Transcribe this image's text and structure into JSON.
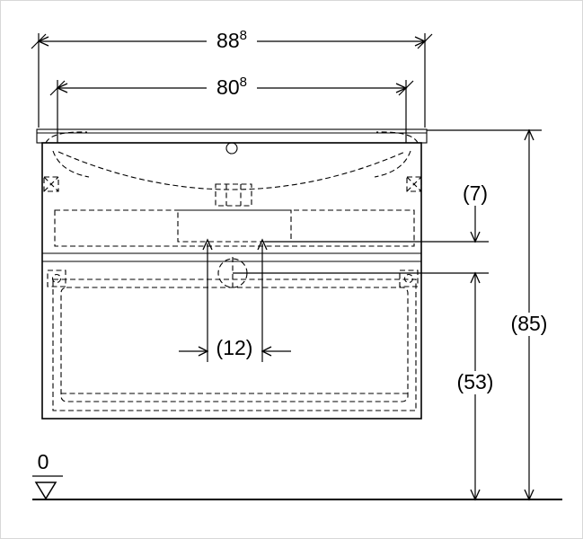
{
  "drawing": {
    "overall_width": {
      "value": "88",
      "sup": "8"
    },
    "basin_width": {
      "value": "80",
      "sup": "8"
    },
    "top_section_height": "(7)",
    "total_height": "(85)",
    "outlet_height": "(53)",
    "connection_spacing": "(12)",
    "datum": "0"
  },
  "colors": {
    "line": "#000000",
    "background": "#ffffff"
  }
}
